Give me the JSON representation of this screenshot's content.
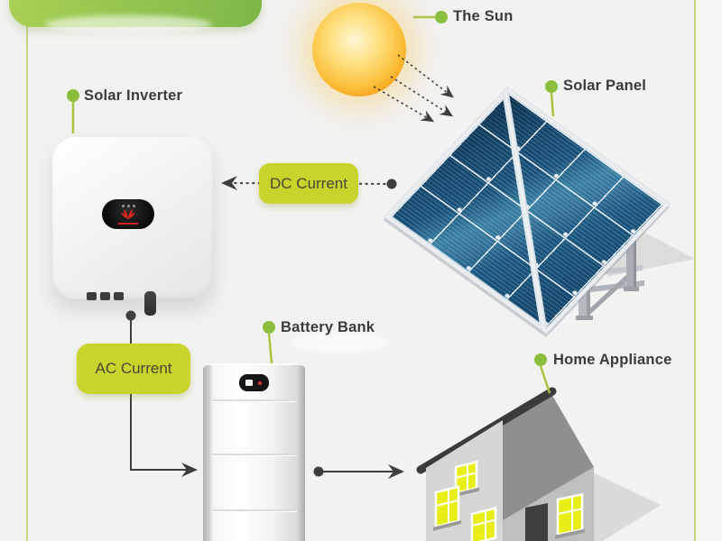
{
  "labels": {
    "the_sun": "The Sun",
    "solar_panel": "Solar Panel",
    "solar_inverter": "Solar Inverter",
    "battery_bank": "Battery Bank",
    "home_appliance": "Home Appliance"
  },
  "flow_labels": {
    "dc_current": "DC Current",
    "ac_current": "AC Current"
  },
  "colors": {
    "accent_green": "#8cbe3d",
    "leader_line_green": "#a9c445",
    "tag_green": "#c8d42c",
    "banner_green_light": "#abd055",
    "banner_green_dark": "#7cb847",
    "panel_blue": "#174e75",
    "window_yellow": "#e9ef16",
    "sun_orange": "#f6a21c",
    "connector_dark": "#3e3e3e",
    "label_text": "#3b3b3b"
  }
}
